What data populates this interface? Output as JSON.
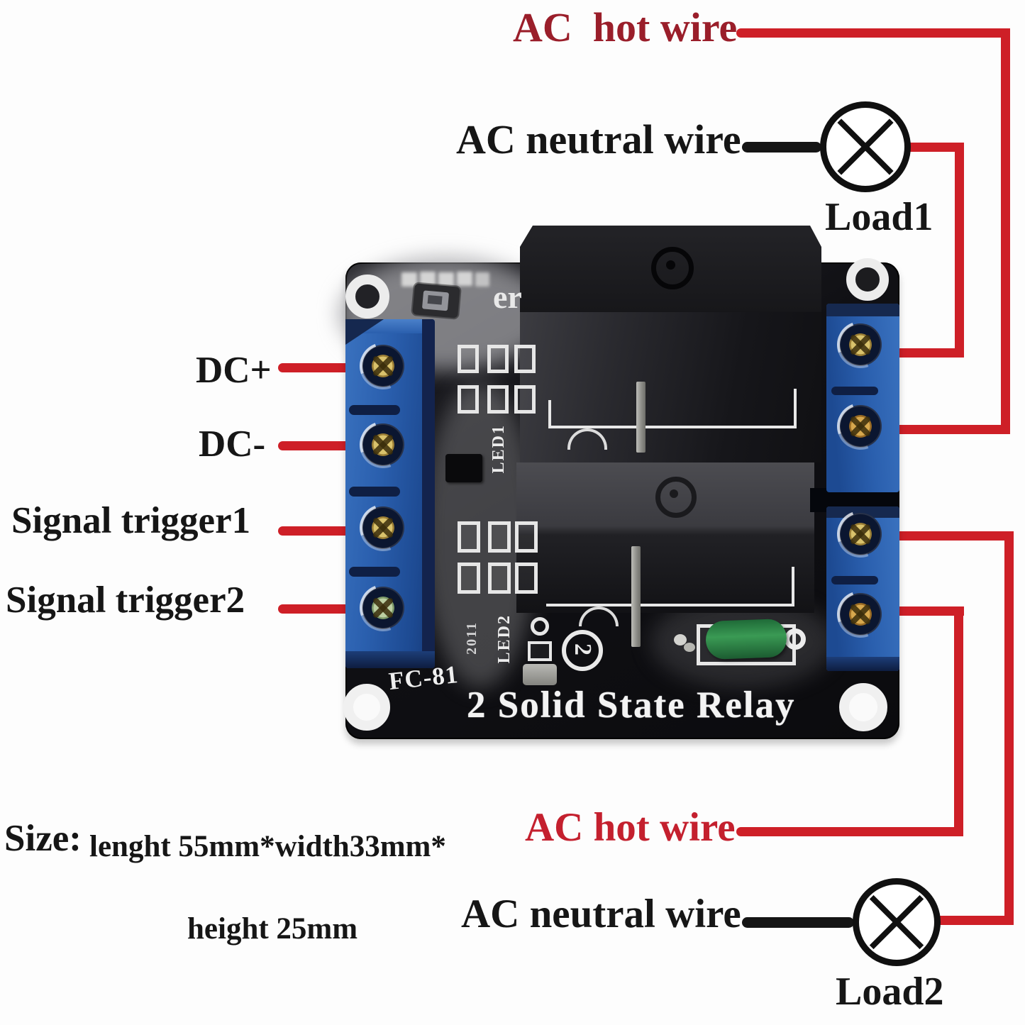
{
  "top_section": {
    "hot_wire_label": "AC  hot wire",
    "neutral_wire_label": "AC neutral wire",
    "load_label": "Load1"
  },
  "left_section": {
    "dc_plus_label": "DC+",
    "dc_minus_label": "DC-",
    "trigger1_label": "Signal trigger1",
    "trigger2_label": "Signal trigger2"
  },
  "bottom_section": {
    "hot_wire_label": "AC hot wire",
    "neutral_wire_label": "AC neutral wire",
    "load_label": "Load2"
  },
  "size_note": {
    "prefix": "Size:",
    "line1": "lenght 55mm*width33mm*",
    "line2": "height 25mm"
  },
  "board": {
    "model": "FC-81",
    "title": "2 Solid State Relay",
    "channel_badge": "2",
    "led1_label": "LED1",
    "led2_label": "LED2",
    "date_code": "2011",
    "partial_silkscreen": "er"
  },
  "colors": {
    "wire_red": "#ce1f27",
    "wire_black": "#151515",
    "hot_top_text": "#9a1e2a",
    "hot_bottom_text": "#c4202e",
    "pcb_black": "#0e0e11",
    "terminal_blue": "#2a5fae",
    "silkscreen_white": "#ededed",
    "resistor_green": "#2e8446"
  }
}
